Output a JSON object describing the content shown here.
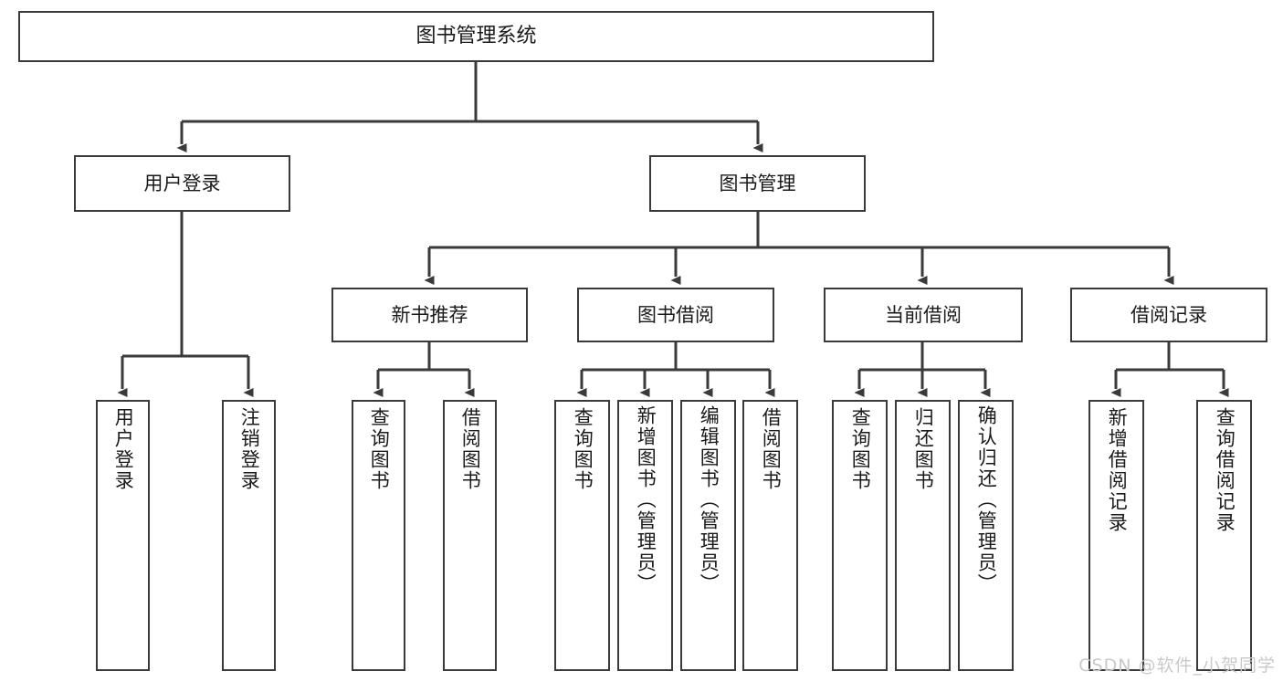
{
  "diagram": {
    "title": "图书管理系统",
    "type": "tree-hierarchy-chart",
    "stroke_color": "#3a3a3a",
    "background_color": "#ffffff",
    "text_color": "#1a1a1a"
  },
  "root": {
    "label": "图书管理系统"
  },
  "level1": [
    {
      "label": "用户登录"
    },
    {
      "label": "图书管理"
    }
  ],
  "level2": [
    {
      "label": "新书推荐"
    },
    {
      "label": "图书借阅"
    },
    {
      "label": "当前借阅"
    },
    {
      "label": "借阅记录"
    }
  ],
  "leaves": {
    "user_login": [
      {
        "label": "用户登录"
      },
      {
        "label": "注销登录"
      }
    ],
    "new_book_recommend": [
      {
        "label": "查询图书"
      },
      {
        "label": "借阅图书"
      }
    ],
    "book_borrow": [
      {
        "label": "查询图书"
      },
      {
        "label": "新增图书（管理员）"
      },
      {
        "label": "编辑图书（管理员）"
      },
      {
        "label": "借阅图书"
      }
    ],
    "current_borrow": [
      {
        "label": "查询图书"
      },
      {
        "label": "归还图书"
      },
      {
        "label": "确认归还（管理员）"
      }
    ],
    "borrow_record": [
      {
        "label": "新增借阅记录"
      },
      {
        "label": "查询借阅记录"
      }
    ]
  },
  "watermark": {
    "text": "CSDN @软件_小贺同学",
    "color": "#c9c9c9"
  }
}
